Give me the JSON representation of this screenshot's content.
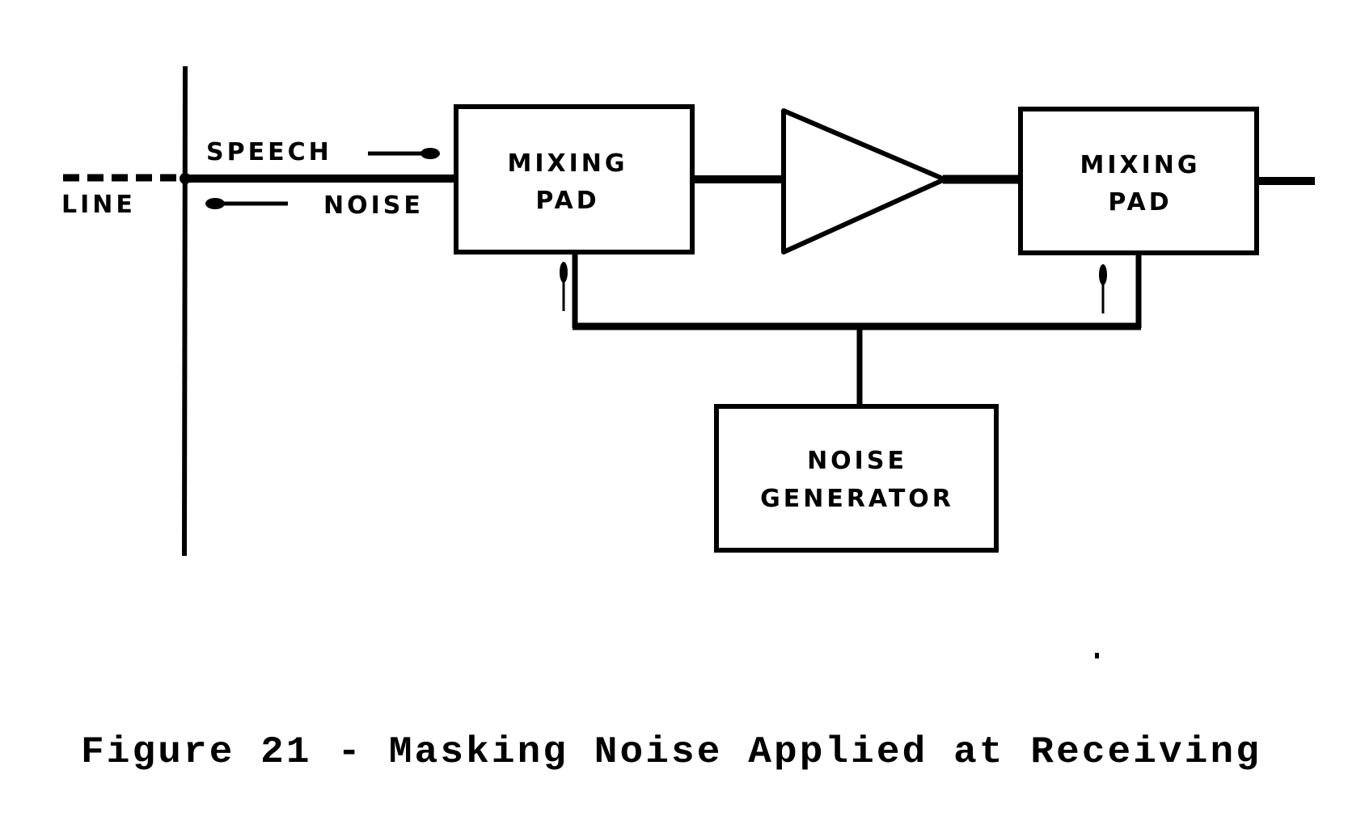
{
  "diagram": {
    "line_label": "LINE",
    "speech_label": "SPEECH",
    "noise_label": "NOISE",
    "blocks": {
      "mixing_pad_1": [
        "MIXING",
        "PAD"
      ],
      "amplifier": "",
      "mixing_pad_2": [
        "MIXING",
        "PAD"
      ],
      "noise_generator": [
        "NOISE",
        "GENERATOR"
      ]
    },
    "caption": "Figure 21 - Masking Noise Applied at Receiving",
    "colors": {
      "ink": "#000000",
      "paper": "#ffffff"
    }
  }
}
